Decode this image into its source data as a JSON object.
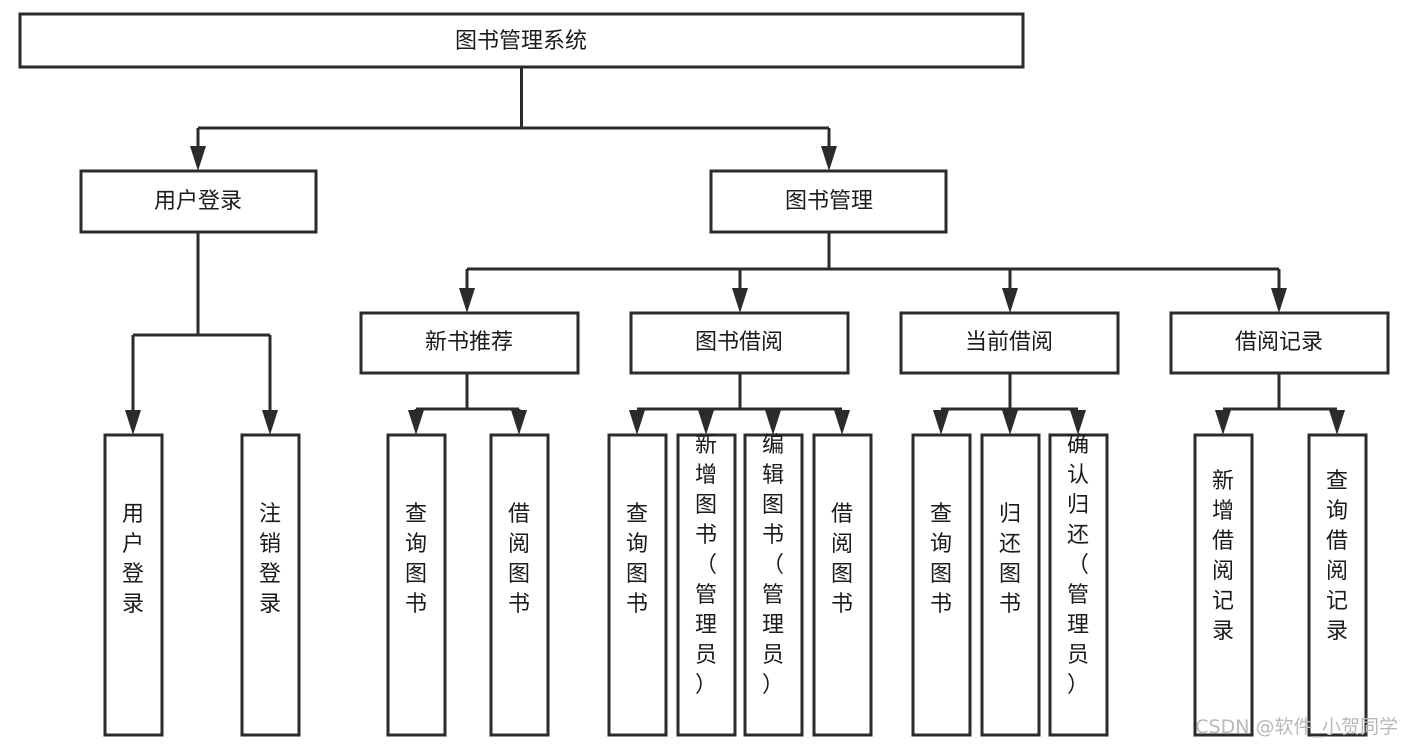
{
  "diagram": {
    "title": "图书管理系统",
    "type": "tree-hierarchy-diagram",
    "orientation": "top-down",
    "colors": {
      "stroke": "#2b2b2b",
      "fill": "#ffffff",
      "text": "#1b1b1b",
      "watermark": "#b9b9b9",
      "background": "#ffffff"
    },
    "root": {
      "label": "图书管理系统"
    },
    "level2": [
      {
        "label": "用户登录"
      },
      {
        "label": "图书管理"
      }
    ],
    "level3": [
      {
        "label": "新书推荐"
      },
      {
        "label": "图书借阅"
      },
      {
        "label": "当前借阅"
      },
      {
        "label": "借阅记录"
      }
    ],
    "leaves": {
      "user_login": [
        {
          "label": "用户登录"
        },
        {
          "label": "注销登录"
        }
      ],
      "new_book_recommend": [
        {
          "label": "查询图书"
        },
        {
          "label": "借阅图书"
        }
      ],
      "book_borrow": [
        {
          "label": "查询图书"
        },
        {
          "label": "新增图书（管理员）"
        },
        {
          "label": "编辑图书（管理员）"
        },
        {
          "label": "借阅图书"
        }
      ],
      "current_borrow": [
        {
          "label": "查询图书"
        },
        {
          "label": "归还图书"
        },
        {
          "label": "确认归还（管理员）"
        }
      ],
      "borrow_record": [
        {
          "label": "新增借阅记录"
        },
        {
          "label": "查询借阅记录"
        }
      ]
    },
    "watermark": "CSDN @软件_小贺同学"
  }
}
